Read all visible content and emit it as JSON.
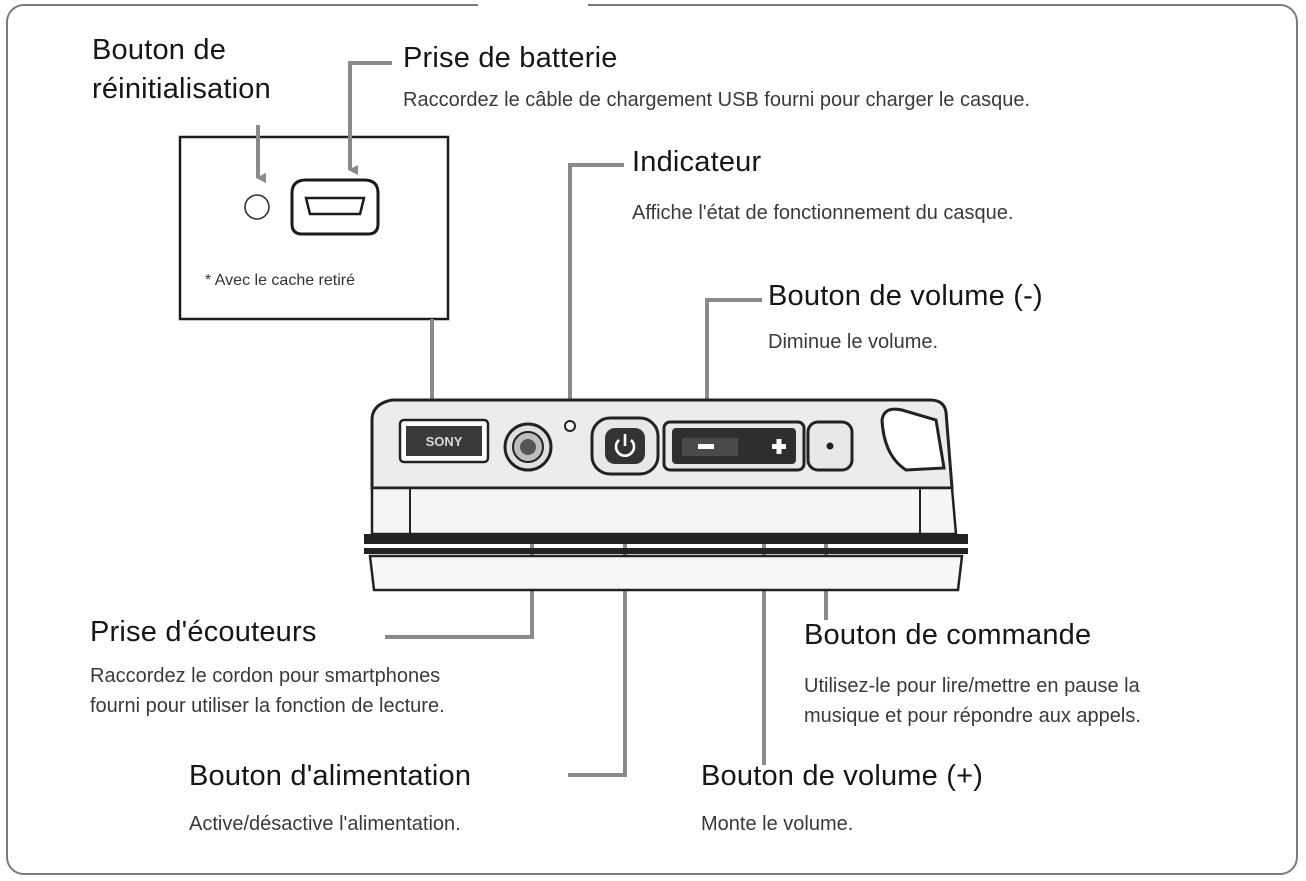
{
  "labels": {
    "reset_button": {
      "title_line1": "Bouton de",
      "title_line2": "réinitialisation"
    },
    "battery_jack": {
      "title": "Prise de batterie",
      "desc": "Raccordez le câble de chargement USB fourni pour charger le casque."
    },
    "cover_note": "* Avec le cache retiré",
    "indicator": {
      "title": "Indicateur",
      "desc": "Affiche l'état de fonctionnement du casque."
    },
    "volume_minus": {
      "title": "Bouton de volume (-)",
      "desc": "Diminue le volume."
    },
    "headphone_jack": {
      "title": "Prise d'écouteurs",
      "desc_line1": "Raccordez le cordon pour smartphones",
      "desc_line2": "fourni pour utiliser la fonction de lecture."
    },
    "control_button": {
      "title": "Bouton de commande",
      "desc_line1": "Utilisez-le pour lire/mettre en pause la",
      "desc_line2": "musique et pour répondre aux appels."
    },
    "power_button": {
      "title": "Bouton d'alimentation",
      "desc": "Active/désactive l'alimentation."
    },
    "volume_plus": {
      "title": "Bouton de volume (+)",
      "desc": "Monte le volume."
    }
  },
  "device": {
    "port_cover_text": "SONY",
    "minus_key": "−",
    "plus_key": "+"
  },
  "colors": {
    "leader_line": "#8a8a8a",
    "frame": "#7a7a7a",
    "device_body": "#e9e9e9",
    "device_dark": "#2b2b2b"
  },
  "icons": [
    "power-icon"
  ]
}
